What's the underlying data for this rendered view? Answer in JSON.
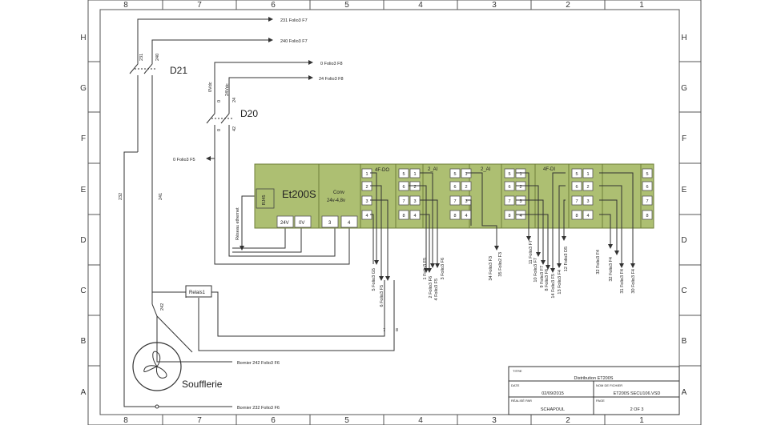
{
  "grid": {
    "columns": [
      "8",
      "7",
      "6",
      "5",
      "4",
      "3",
      "2",
      "1"
    ],
    "rows": [
      "H",
      "G",
      "F",
      "E",
      "D",
      "C",
      "B",
      "A"
    ]
  },
  "devices": {
    "d21": "D21",
    "d20": "D20",
    "et200s": "Et200S",
    "rj45": "RJ45",
    "conv_title": "Conv",
    "conv_sub": "24v-4,8v",
    "v24": "24V",
    "v0": "0V",
    "t3": "3",
    "t4": "4",
    "relais": "Relais1",
    "soufflerie": "Soufflerie",
    "reseau": "Réseau ethernet"
  },
  "wire_labels": {
    "w231": "231",
    "w240": "240",
    "w0vdc": "0Vdc",
    "w24vdc": "24Vdc",
    "w0a": "0",
    "w24a": "24",
    "w0b": "0",
    "w42": "42",
    "w232": "232",
    "w241": "241",
    "w242": "242",
    "w7": "7",
    "w8": "8"
  },
  "refs": {
    "r231": "231 Folio3 F7",
    "r240": "240 Folio3 F7",
    "r0f8": "0 Folio3 F8",
    "r24f8": "24 Folio3 F8",
    "r0f5": "0 Folio3 F5",
    "b242": "Bornier 242 Folio3 F6",
    "b232": "Bornier 232 Folio3 F6"
  },
  "modules": [
    {
      "name": "4F-DO",
      "terms": [
        "1",
        "2",
        "3",
        "4"
      ]
    },
    {
      "name": "2_AI",
      "terms": [
        "5",
        "6",
        "7",
        "8",
        "1",
        "2",
        "3",
        "4"
      ]
    },
    {
      "name": "2_AI",
      "terms": [
        "5",
        "6",
        "7",
        "8",
        "1",
        "2",
        "3",
        "4"
      ]
    },
    {
      "name": "4F-DI",
      "terms": [
        "5",
        "6",
        "7",
        "8",
        "1",
        "2",
        "3",
        "4"
      ]
    },
    {
      "name": "",
      "terms": [
        "5",
        "6",
        "7",
        "8"
      ]
    }
  ],
  "module_header": [
    "4F-DO",
    "2_AI",
    "2_AI",
    "4F-DI"
  ],
  "terms": {
    "m1": [
      "1",
      "2",
      "3",
      "4"
    ],
    "m2a": [
      "5",
      "6",
      "7",
      "8"
    ],
    "m2b": [
      "1",
      "2",
      "3",
      "4"
    ],
    "m3a": [
      "5",
      "6",
      "7",
      "8"
    ],
    "m3b": [
      "1",
      "2",
      "3",
      "4"
    ],
    "m4a": [
      "5",
      "6",
      "7",
      "8"
    ],
    "m4b": [
      "1",
      "2",
      "3",
      "4"
    ],
    "m5": [
      "5",
      "6",
      "7",
      "8"
    ]
  },
  "io_refs": [
    "5 Folio3 G5",
    "6 Folio3 F5",
    "1 Folio3 F5",
    "2 Folio3 F6",
    "4 Folio3 F5",
    "3 Folio3 F6",
    "34 Folio3 F3",
    "35 Folio2 F3",
    "11 Folio3 F7",
    "10 Folio3 F7",
    "9 Folio3 F7",
    "8 Folio3 F6",
    "14 Folio3 F5",
    "13 Folio3 F4",
    "12 Folio3 D5",
    "32 Folio3 F4",
    "32 Folio3 F4",
    "31 Folio3 F4",
    "30 Folio3 F4"
  ],
  "title_block": {
    "titre_label": "TITRE",
    "titre": "Distribution ET200S",
    "date_label": "DATE",
    "date": "02/09/2015",
    "fichier_label": "NOM DE FICHIER",
    "fichier": "ET200S SECU106.VSD",
    "realise_label": "RÉALISÉ PAR",
    "realise": "SCHAPOUL",
    "page_label": "PAGE",
    "page": "2 OF 3"
  }
}
